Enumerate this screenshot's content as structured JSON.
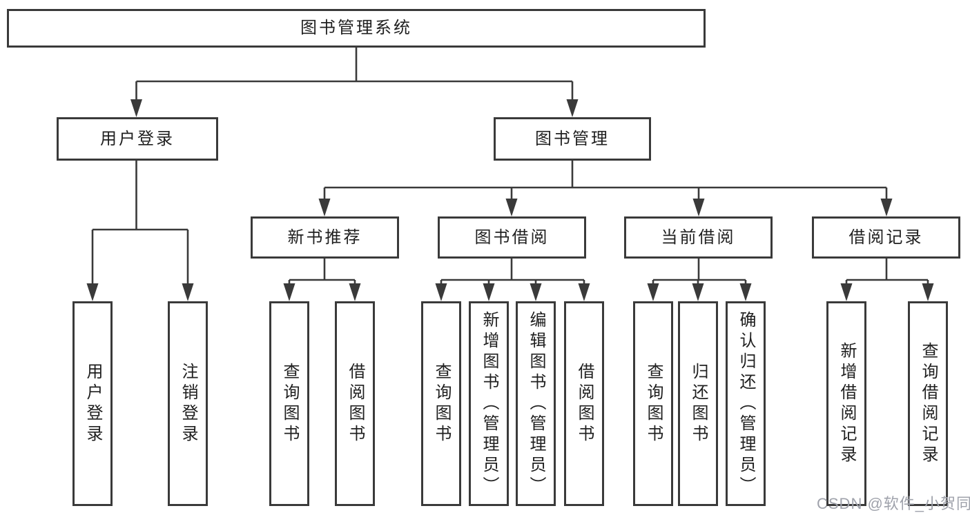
{
  "title": "图书管理系统",
  "watermark": "CSDN @软件_小贺同学",
  "colors": {
    "line": "#3a3a3a",
    "border": "#3a3a3a",
    "text": "#1f1f1f",
    "watermark": "#9fa2ab",
    "background": "#ffffff"
  },
  "tree": {
    "label": "图书管理系统",
    "children": [
      {
        "label": "用户登录",
        "children": [
          {
            "label": "用户登录"
          },
          {
            "label": "注销登录"
          }
        ]
      },
      {
        "label": "图书管理",
        "children": [
          {
            "label": "新书推荐",
            "children": [
              {
                "label": "查询图书"
              },
              {
                "label": "借阅图书"
              }
            ]
          },
          {
            "label": "图书借阅",
            "children": [
              {
                "label": "查询图书"
              },
              {
                "label": "新增图书（管理员）"
              },
              {
                "label": "编辑图书（管理员）"
              },
              {
                "label": "借阅图书"
              }
            ]
          },
          {
            "label": "当前借阅",
            "children": [
              {
                "label": "查询图书"
              },
              {
                "label": "归还图书"
              },
              {
                "label": "确认归还（管理员）"
              }
            ]
          },
          {
            "label": "借阅记录",
            "children": [
              {
                "label": "新增借阅记录"
              },
              {
                "label": "查询借阅记录"
              }
            ]
          }
        ]
      }
    ]
  }
}
